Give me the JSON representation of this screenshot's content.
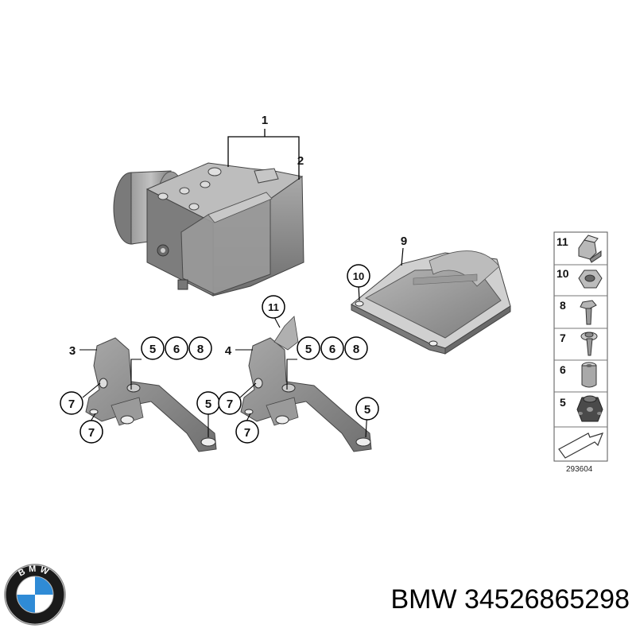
{
  "diagram": {
    "callouts": [
      {
        "id": "c1",
        "label": "1"
      },
      {
        "id": "c2",
        "label": "2"
      },
      {
        "id": "c3",
        "label": "3"
      },
      {
        "id": "c4",
        "label": "4"
      },
      {
        "id": "c9",
        "label": "9"
      },
      {
        "id": "c10",
        "label": "10"
      },
      {
        "id": "c11",
        "label": "11"
      },
      {
        "id": "l-5a",
        "label": "5"
      },
      {
        "id": "l-6a",
        "label": "6"
      },
      {
        "id": "l-8a",
        "label": "8"
      },
      {
        "id": "r-5a",
        "label": "5"
      },
      {
        "id": "r-6a",
        "label": "6"
      },
      {
        "id": "r-8a",
        "label": "8"
      },
      {
        "id": "l-7a",
        "label": "7"
      },
      {
        "id": "l-7b",
        "label": "7"
      },
      {
        "id": "l-5b",
        "label": "5"
      },
      {
        "id": "r-7a",
        "label": "7"
      },
      {
        "id": "r-7b",
        "label": "7"
      },
      {
        "id": "r-5b",
        "label": "5"
      }
    ],
    "legend": [
      "11",
      "10",
      "8",
      "7",
      "6",
      "5"
    ],
    "catalog_number": "293604"
  },
  "footer": {
    "brand": "BMW",
    "part_number": "34526865298",
    "text": "BMW 34526865298",
    "logo_letters": "BMW"
  },
  "colors": {
    "part_gray": "#8a8a8a",
    "part_dark": "#5e5e5e",
    "part_light": "#b4b4b4",
    "logo_blue": "#2f8bd6",
    "logo_ring": "#1a1a1a"
  }
}
